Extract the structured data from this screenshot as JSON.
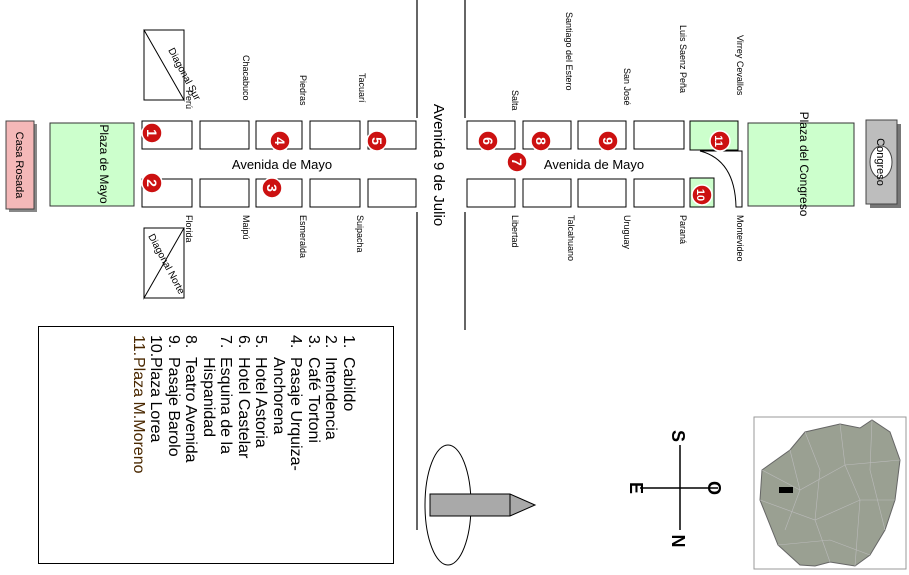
{
  "map": {
    "avenues": {
      "de_mayo": "Avenida de Mayo",
      "nueve_de_julio": "Avenida 9 de Julio"
    },
    "plazas": {
      "mayo": "Plaza de Mayo",
      "congreso": "Plaza del Congreso"
    },
    "buildings": {
      "casa_rosada": "Casa Rosada",
      "congreso": "Congreso"
    },
    "diagonals": {
      "sur": "Diagonal Sur",
      "norte": "Diagonal Norte"
    },
    "streets_top": [
      "Perú",
      "Chacabuco",
      "Piedras",
      "Tacuarí",
      "Salta",
      "Santiago del Estero",
      "San José",
      "Luis Saenz Peña",
      "Virrey Cevallos"
    ],
    "streets_bottom": [
      "Florida",
      "Maipú",
      "Esmeralda",
      "Suipacha",
      "Libertad",
      "Talcahuano",
      "Uruguay",
      "Paraná",
      "Montevideo"
    ],
    "markers": [
      "1",
      "2",
      "3",
      "4",
      "5",
      "6",
      "7",
      "8",
      "9",
      "10",
      "11"
    ],
    "compass": {
      "north": "N",
      "south": "S",
      "east": "E",
      "west": "O"
    }
  },
  "legend": {
    "items": [
      {
        "num": "1.",
        "text": "Cabildo"
      },
      {
        "num": "2.",
        "text": "Intendencia"
      },
      {
        "num": "3.",
        "text": "Café Tortoni"
      },
      {
        "num": "4.",
        "text": "Pasaje Urquiza-"
      },
      {
        "num": "",
        "text": "Anchorena"
      },
      {
        "num": "5.",
        "text": "Hotel Astoria"
      },
      {
        "num": "6.",
        "text": "Hotel Castelar"
      },
      {
        "num": "7.",
        "text": "Esquina de la"
      },
      {
        "num": "",
        "text": "Hispanidad"
      },
      {
        "num": "8.",
        "text": "Teatro Avenida"
      },
      {
        "num": "9.",
        "text": "Pasaje Barolo"
      },
      {
        "num": "10.",
        "text": "Plaza Lorea"
      },
      {
        "num": "11.",
        "text": "Plaza M.Moreno"
      }
    ]
  },
  "colors": {
    "plaza": "#ccffcc",
    "casa_rosada": "#f4b8b8",
    "congreso": "#bdbdbd",
    "marker": "#cc1111",
    "inset_map": "#9aa092",
    "obelisk": "#a9a9a9"
  }
}
